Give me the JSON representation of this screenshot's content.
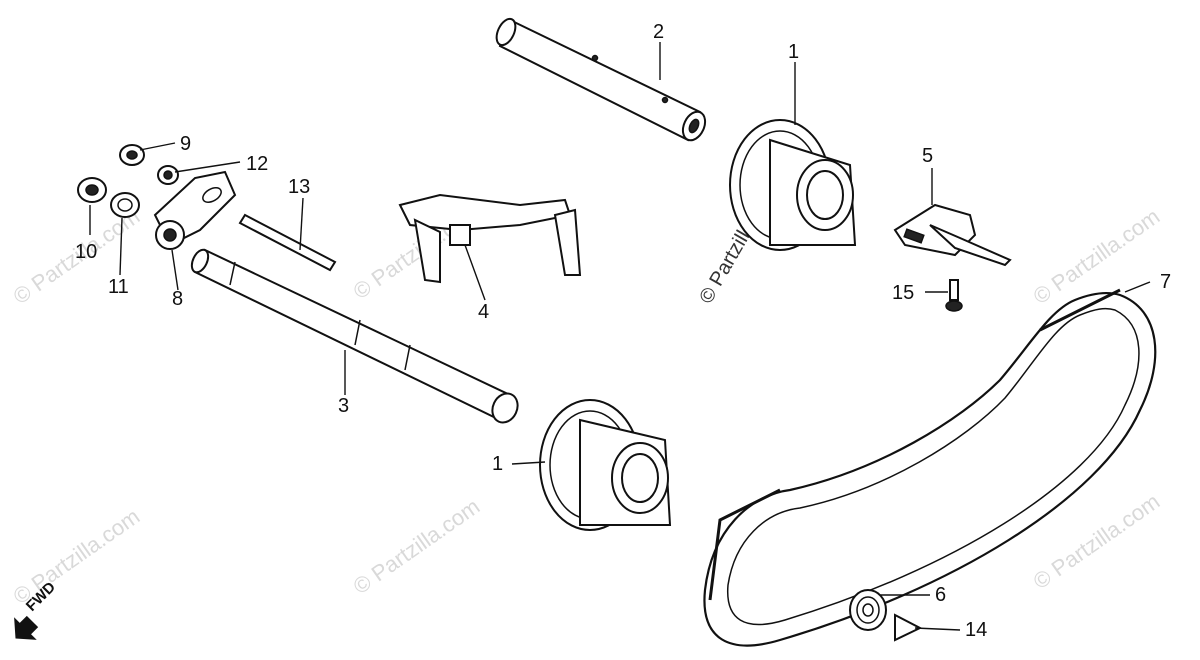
{
  "watermark": {
    "text": "© Partzilla.com"
  },
  "direction_marker": {
    "label": "FWD"
  },
  "callouts": [
    {
      "id": "c2",
      "label": "2"
    },
    {
      "id": "c1-top",
      "label": "1"
    },
    {
      "id": "c5",
      "label": "5"
    },
    {
      "id": "c7",
      "label": "7"
    },
    {
      "id": "c15",
      "label": "15"
    },
    {
      "id": "c9",
      "label": "9"
    },
    {
      "id": "c12",
      "label": "12"
    },
    {
      "id": "c13",
      "label": "13"
    },
    {
      "id": "c10",
      "label": "10"
    },
    {
      "id": "c11",
      "label": "11"
    },
    {
      "id": "c8",
      "label": "8"
    },
    {
      "id": "c4",
      "label": "4"
    },
    {
      "id": "c3",
      "label": "3"
    },
    {
      "id": "c1-bottom",
      "label": "1"
    },
    {
      "id": "c6",
      "label": "6"
    },
    {
      "id": "c14",
      "label": "14"
    }
  ]
}
